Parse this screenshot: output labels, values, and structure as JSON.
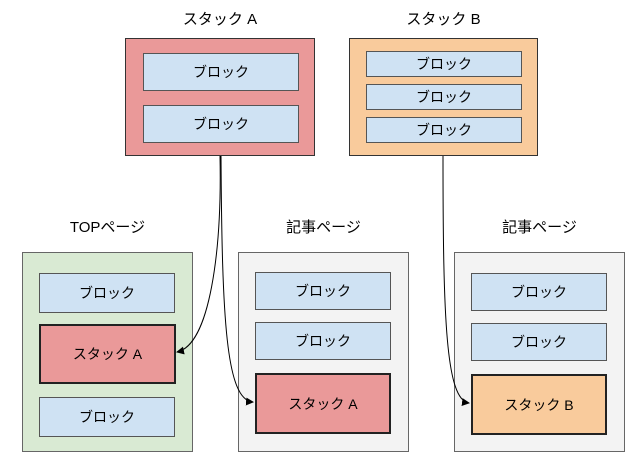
{
  "stack_a": {
    "title": "スタック A",
    "blocks": [
      "ブロック",
      "ブロック"
    ]
  },
  "stack_b": {
    "title": "スタック B",
    "blocks": [
      "ブロック",
      "ブロック",
      "ブロック"
    ]
  },
  "top_page": {
    "title": "TOPページ",
    "block_1": "ブロック",
    "stack": "スタック A",
    "block_2": "ブロック"
  },
  "article_page_1": {
    "title": "記事ページ",
    "block_1": "ブロック",
    "block_2": "ブロック",
    "stack": "スタック A"
  },
  "article_page_2": {
    "title": "記事ページ",
    "block_1": "ブロック",
    "block_2": "ブロック",
    "stack": "スタック B"
  },
  "colors": {
    "stack_a": "#ea9999",
    "stack_b": "#f9cb9c",
    "block": "#cfe2f3",
    "top_page_bg": "#d9ead3",
    "article_page_bg": "#f3f3f3"
  }
}
